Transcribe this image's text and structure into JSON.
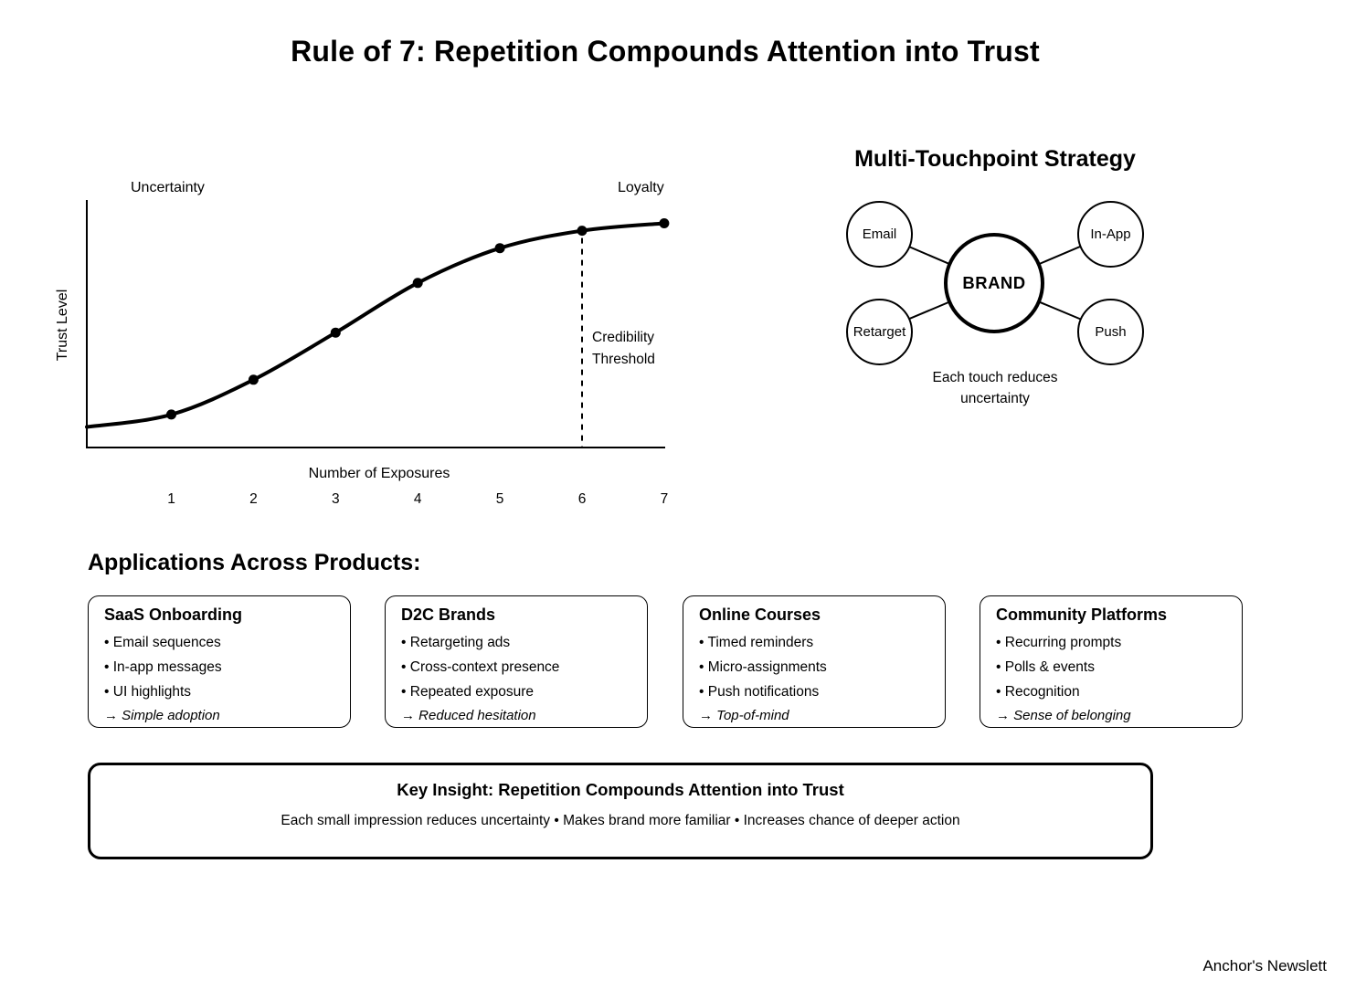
{
  "page": {
    "title": "Rule of 7: Repetition Compounds Attention into Trust",
    "footer": "Anchor's Newslett"
  },
  "chart_data": {
    "type": "line",
    "x": [
      1,
      2,
      3,
      4,
      5,
      6,
      7
    ],
    "values": [
      0.14,
      0.28,
      0.47,
      0.67,
      0.81,
      0.88,
      0.91
    ],
    "curve_start": 0.09,
    "x_ticks": [
      "1",
      "2",
      "3",
      "4",
      "5",
      "6",
      "7"
    ],
    "xlabel": "Number of Exposures",
    "ylabel": "Trust Level",
    "ylim": [
      0,
      1
    ],
    "grid": false,
    "annotations": {
      "top_left": "Uncertainty",
      "top_right": "Loyalty",
      "threshold_x": 6,
      "threshold_label": [
        "Credibility",
        "Threshold"
      ]
    }
  },
  "touchpoint": {
    "title": "Multi-Touchpoint Strategy",
    "center_label": "BRAND",
    "nodes": [
      {
        "label": "Email"
      },
      {
        "label": "In-App"
      },
      {
        "label": "Retarget"
      },
      {
        "label": "Push"
      }
    ],
    "caption": [
      "Each touch reduces",
      "uncertainty"
    ]
  },
  "applications": {
    "heading": "Applications Across Products:",
    "bullet_char": "•",
    "arrow_char": "→",
    "cards": [
      {
        "title": "SaaS Onboarding",
        "bullets": [
          "Email sequences",
          "In-app messages",
          "UI highlights"
        ],
        "outcome": "Simple adoption"
      },
      {
        "title": "D2C Brands",
        "bullets": [
          "Retargeting ads",
          "Cross-context presence",
          "Repeated exposure"
        ],
        "outcome": "Reduced hesitation"
      },
      {
        "title": "Online Courses",
        "bullets": [
          "Timed reminders",
          "Micro-assignments",
          "Push notifications"
        ],
        "outcome": "Top-of-mind"
      },
      {
        "title": "Community Platforms",
        "bullets": [
          "Recurring prompts",
          "Polls & events",
          "Recognition"
        ],
        "outcome": "Sense of belonging"
      }
    ]
  },
  "key_insight": {
    "title": "Key Insight: Repetition Compounds Attention into Trust",
    "body": "Each small impression reduces uncertainty • Makes brand more familiar • Increases chance of deeper action"
  },
  "colors": {
    "ink": "#000000",
    "background": "#ffffff"
  }
}
